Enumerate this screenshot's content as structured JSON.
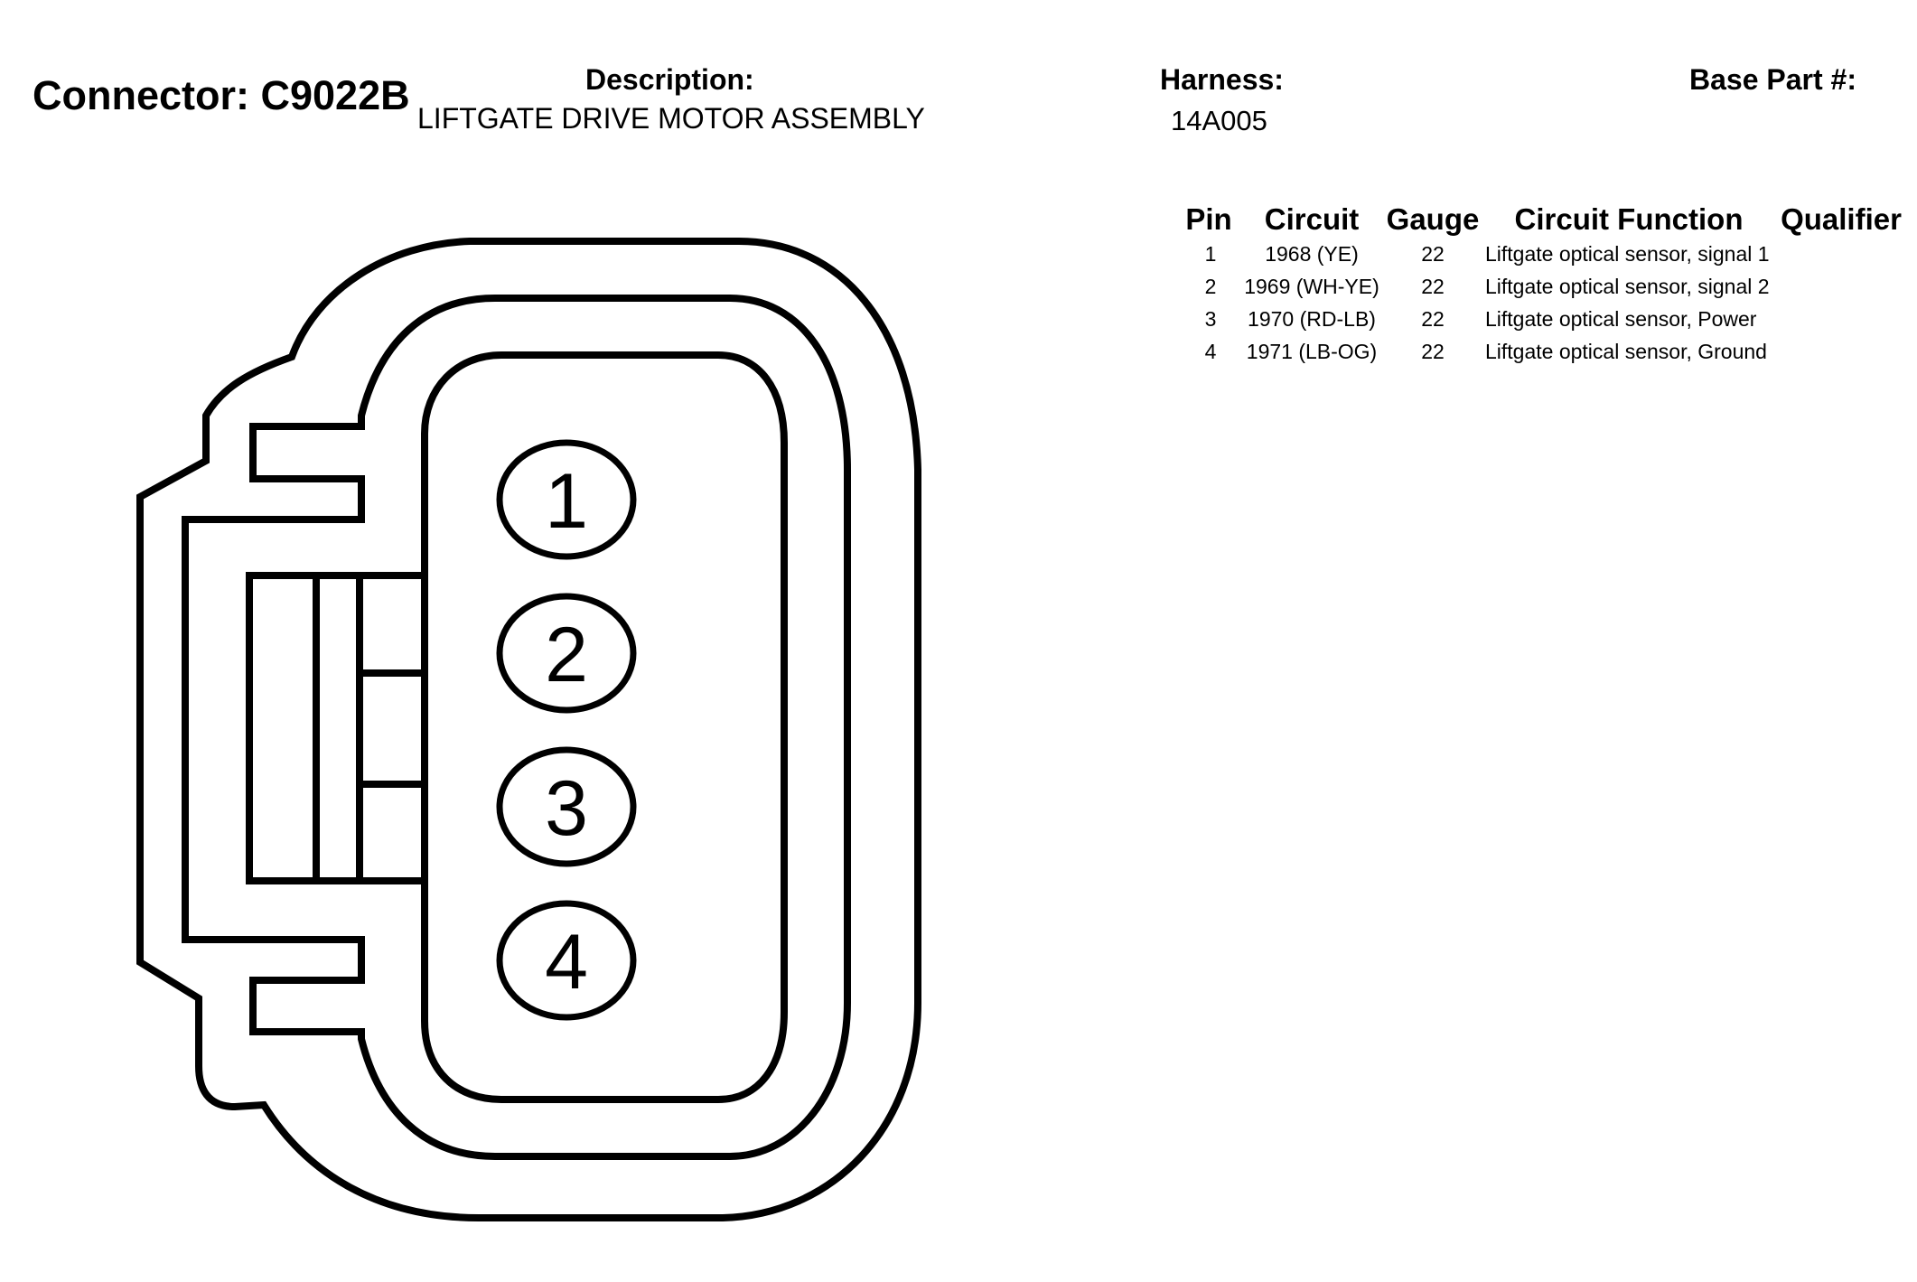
{
  "header": {
    "connector_label": "Connector: C9022B",
    "description_label": "Description:",
    "description_value": "LIFTGATE DRIVE MOTOR ASSEMBLY",
    "harness_label": "Harness:",
    "harness_value": "14A005",
    "base_part_label": "Base Part #:"
  },
  "table": {
    "columns": [
      "Pin",
      "Circuit",
      "Gauge",
      "Circuit Function",
      "Qualifier"
    ],
    "rows": [
      {
        "pin": "1",
        "circuit": "1968 (YE)",
        "gauge": "22",
        "function": "Liftgate optical sensor, signal 1",
        "qualifier": ""
      },
      {
        "pin": "2",
        "circuit": "1969 (WH-YE)",
        "gauge": "22",
        "function": "Liftgate optical sensor, signal 2",
        "qualifier": ""
      },
      {
        "pin": "3",
        "circuit": "1970 (RD-LB)",
        "gauge": "22",
        "function": "Liftgate optical sensor, Power",
        "qualifier": ""
      },
      {
        "pin": "4",
        "circuit": "1971 (LB-OG)",
        "gauge": "22",
        "function": "Liftgate optical sensor, Ground",
        "qualifier": ""
      }
    ]
  },
  "diagram": {
    "pin_labels": [
      "1",
      "2",
      "3",
      "4"
    ]
  }
}
